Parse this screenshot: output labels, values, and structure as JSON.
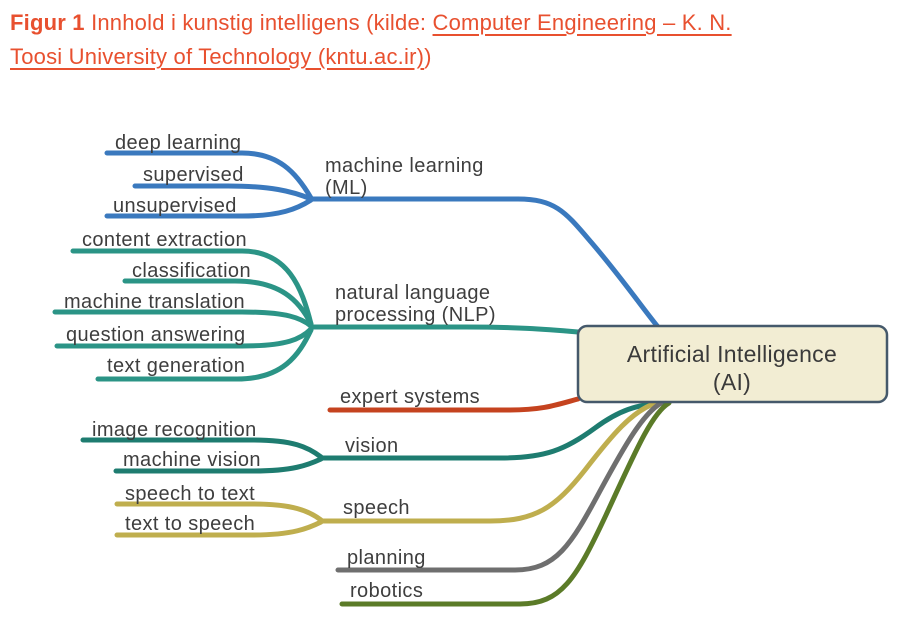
{
  "title": {
    "figure_label": "Figur 1",
    "lead_text": "Innhold i kunstig intelligens (kilde:",
    "link_part1": "Computer Engineering – K. N.",
    "link_part2": "Toosi University of Technology (kntu.ac.ir)",
    "suffix": ")",
    "color": "#e8502f"
  },
  "mindmap": {
    "root": {
      "line1": "Artificial Intelligence",
      "line2": "(AI)",
      "fill": "#f2edd3",
      "border": "#45596b",
      "text_color": "#3a3a3a"
    },
    "branches": [
      {
        "name": "machine learning",
        "label1": "machine learning",
        "label2": "(ML)",
        "color": "#3a79be",
        "children": [
          "deep learning",
          "supervised",
          "unsupervised"
        ]
      },
      {
        "name": "natural language processing",
        "label1": "natural language",
        "label2": "processing (NLP)",
        "color": "#2b9486",
        "children": [
          "content extraction",
          "classification",
          "machine translation",
          "question answering",
          "text generation"
        ]
      },
      {
        "name": "expert systems",
        "label1": "expert systems",
        "color": "#c5431f",
        "children": []
      },
      {
        "name": "vision",
        "label1": "vision",
        "color": "#1e7c70",
        "children": [
          "image recognition",
          "machine vision"
        ]
      },
      {
        "name": "speech",
        "label1": "speech",
        "color": "#bfae4e",
        "children": [
          "speech to text",
          "text to speech"
        ]
      },
      {
        "name": "planning",
        "label1": "planning",
        "color": "#6f6f6f",
        "children": []
      },
      {
        "name": "robotics",
        "label1": "robotics",
        "color": "#5b7b28",
        "children": []
      }
    ]
  }
}
